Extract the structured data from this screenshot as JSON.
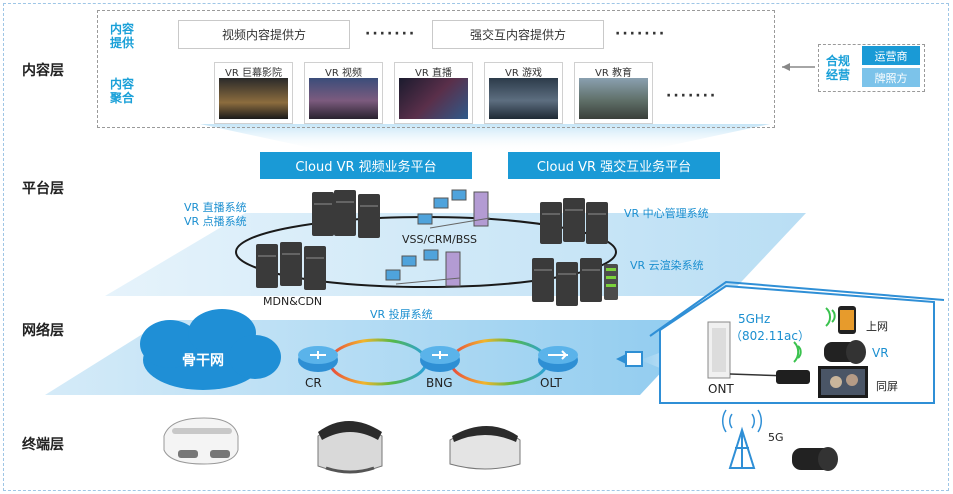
{
  "layers": {
    "content": "内容层",
    "platform": "平台层",
    "network": "网络层",
    "terminal": "终端层"
  },
  "content": {
    "provide_tag": "内容\n提供",
    "aggregate_tag": "内容\n聚合",
    "providers": [
      "视频内容提供方",
      "强交互内容提供方"
    ],
    "ellipsis": "·······",
    "thumbnails": [
      "VR 巨幕影院",
      "VR 视频",
      "VR 直播",
      "VR 游戏",
      "VR 教育"
    ]
  },
  "compliance": {
    "label": "合规\n经营",
    "operator": "运营商",
    "license": "牌照方"
  },
  "platform": {
    "video_platform": "Cloud VR 视频业务平台",
    "interactive_platform": "Cloud VR 强交互业务平台",
    "live_system": "VR 直播系统",
    "vod_system": "VR 点播系统",
    "central_mgmt": "VR 中心管理系统",
    "bss": "VSS/CRM/BSS",
    "cloud_render": "VR 云渲染系统",
    "mdn_cdn": "MDN&CDN",
    "projection": "VR 投屏系统"
  },
  "network": {
    "backbone": "骨干网",
    "cr": "CR",
    "bng": "BNG",
    "olt": "OLT",
    "wifi": "5GHz",
    "wifi_std": "（802.11ac）",
    "ont": "ONT",
    "internet": "上网",
    "vr": "VR",
    "same_screen": "同屏"
  },
  "terminal": {
    "five_g": "5G"
  },
  "colors": {
    "accent": "#1a9ad6",
    "tag_text": "#1aa0d8",
    "cloud": "#1f8fd6",
    "license_badge": "#7cc3ea"
  }
}
